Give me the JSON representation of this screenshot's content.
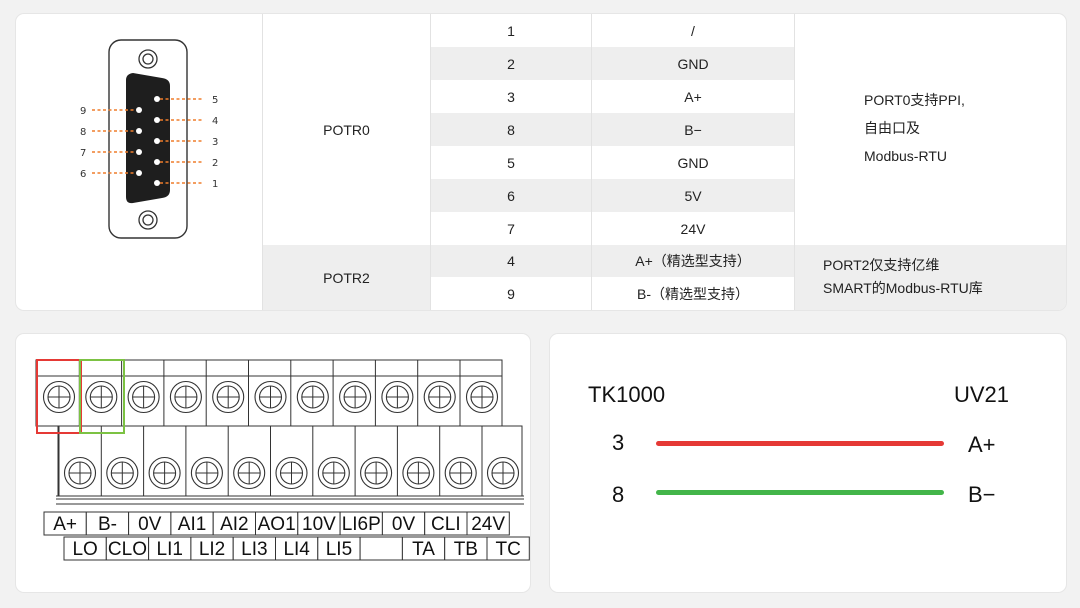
{
  "pin_table": {
    "port0": {
      "name": "POTR0",
      "rows": [
        {
          "pin": "1",
          "signal": "/"
        },
        {
          "pin": "2",
          "signal": "GND"
        },
        {
          "pin": "3",
          "signal": "A+"
        },
        {
          "pin": "8",
          "signal": "B−"
        },
        {
          "pin": "5",
          "signal": "GND"
        },
        {
          "pin": "6",
          "signal": "5V"
        },
        {
          "pin": "7",
          "signal": "24V"
        }
      ],
      "note_lines": [
        "PORT0支持PPI,",
        "自由口及",
        "Modbus-RTU"
      ]
    },
    "port2": {
      "name": "POTR2",
      "rows": [
        {
          "pin": "4",
          "signal": "A+（精选型支持）"
        },
        {
          "pin": "9",
          "signal": "B-（精选型支持）"
        }
      ],
      "note_lines": [
        "PORT2仅支持亿维",
        "SMART的Modbus-RTU库"
      ]
    }
  },
  "db9": {
    "left_pins": [
      "9",
      "8",
      "7",
      "6"
    ],
    "right_pins": [
      "5",
      "4",
      "3",
      "2",
      "1"
    ]
  },
  "terminal": {
    "top_labels": [
      "A+",
      "B-",
      "0V",
      "AI1",
      "AI2",
      "AO1",
      "10V",
      "LI6P",
      "0V",
      "CLI",
      "24V"
    ],
    "bottom_labels": [
      "LO",
      "CLO",
      "LI1",
      "LI2",
      "LI3",
      "LI4",
      "LI5",
      "",
      "TA",
      "TB",
      "TC"
    ],
    "highlight_colors": {
      "a_plus": "#e53935",
      "b_minus": "#7cc243"
    }
  },
  "wiring": {
    "left_device": "TK1000",
    "right_device": "UV21",
    "links": [
      {
        "from": "3",
        "to": "A+",
        "color": "#e53935"
      },
      {
        "from": "8",
        "to": "B−",
        "color": "#43b549"
      }
    ]
  }
}
